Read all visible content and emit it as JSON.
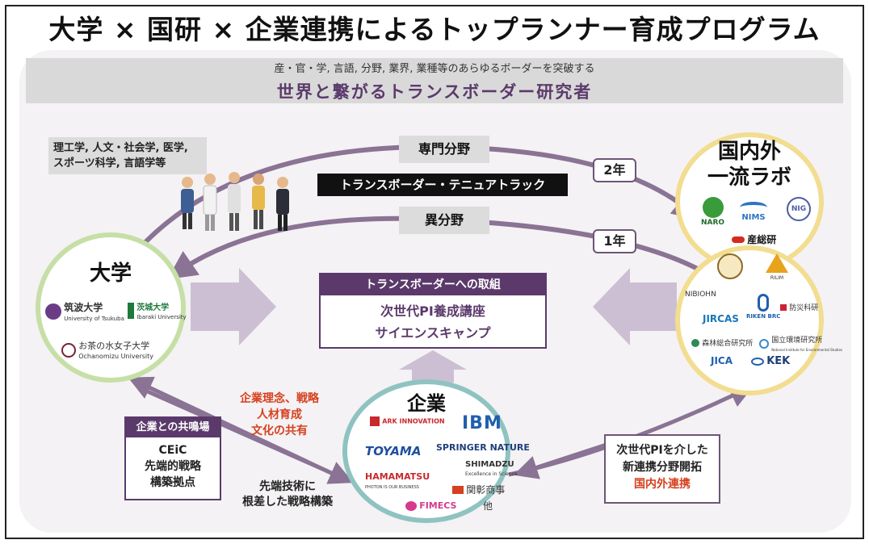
{
  "title": "大学 × 国研 × 企業連携によるトップランナー育成プログラム",
  "banner": {
    "subtitle": "産・官・学, 言語, 分野, 業界, 業種等のあらゆるボーダーを突破する",
    "main": "世界と繋がるトランスボーダー研究者"
  },
  "fields": {
    "line1": "理工学, 人文・社会学, 医学,",
    "line2": "スポーツ科学, 言語学等"
  },
  "tracks": {
    "specialty": "専門分野",
    "tenure": "トランスボーダー・テニュアトラック",
    "other": "異分野",
    "years2": "2年",
    "years1": "1年"
  },
  "university": {
    "title": "大学",
    "logos": [
      "筑波大学",
      "University of Tsukuba",
      "茨城大学",
      "Ibaraki University",
      "お茶の水女子大学",
      "Ochanomizu University"
    ]
  },
  "labs": {
    "title1": "国内外",
    "title2": "一流ラボ",
    "logos": [
      "NARO",
      "NIMS",
      "NIG",
      "産総研",
      "NIBIOHN",
      "RILIM",
      "JIRCAS",
      "RIKEN BRC",
      "防災科研",
      "森林総合研究所",
      "国立環境研究所",
      "National Institute for Environmental Studies",
      "JICA",
      "KEK"
    ]
  },
  "center": {
    "head": "トランスボーダーへの取組",
    "line1": "次世代PI養成講座",
    "line2": "サイエンスキャンプ"
  },
  "corporate": {
    "title": "企業",
    "logos": [
      "ARK INNOVATION",
      "IBM",
      "TOYAMA",
      "SPRINGER NATURE",
      "SHIMADZU",
      "Excellence in Science",
      "HAMAMATSU",
      "PHOTON IS OUR BUSINESS",
      "関彰商事",
      "FIMECS",
      "他"
    ]
  },
  "corp_text": {
    "line1": "企業理念、戦略",
    "line2": "人材育成",
    "line3": "文化の共有"
  },
  "strategy": {
    "line1": "先端技術に",
    "line2": "根差した戦略構築"
  },
  "ceic": {
    "head": "企業との共鳴場",
    "line1": "CEiC",
    "line2": "先端的戦略",
    "line3": "構築拠点"
  },
  "pi": {
    "line1": "次世代PIを介した",
    "line2": "新連携分野開拓",
    "line3": "国内外連携"
  },
  "colors": {
    "purple": "#5b3a6b",
    "arrow": "#8a7394",
    "univ": "#c6dfa6",
    "corp": "#8fc3c1",
    "lab": "#f2dd90",
    "red": "#d6401e"
  }
}
